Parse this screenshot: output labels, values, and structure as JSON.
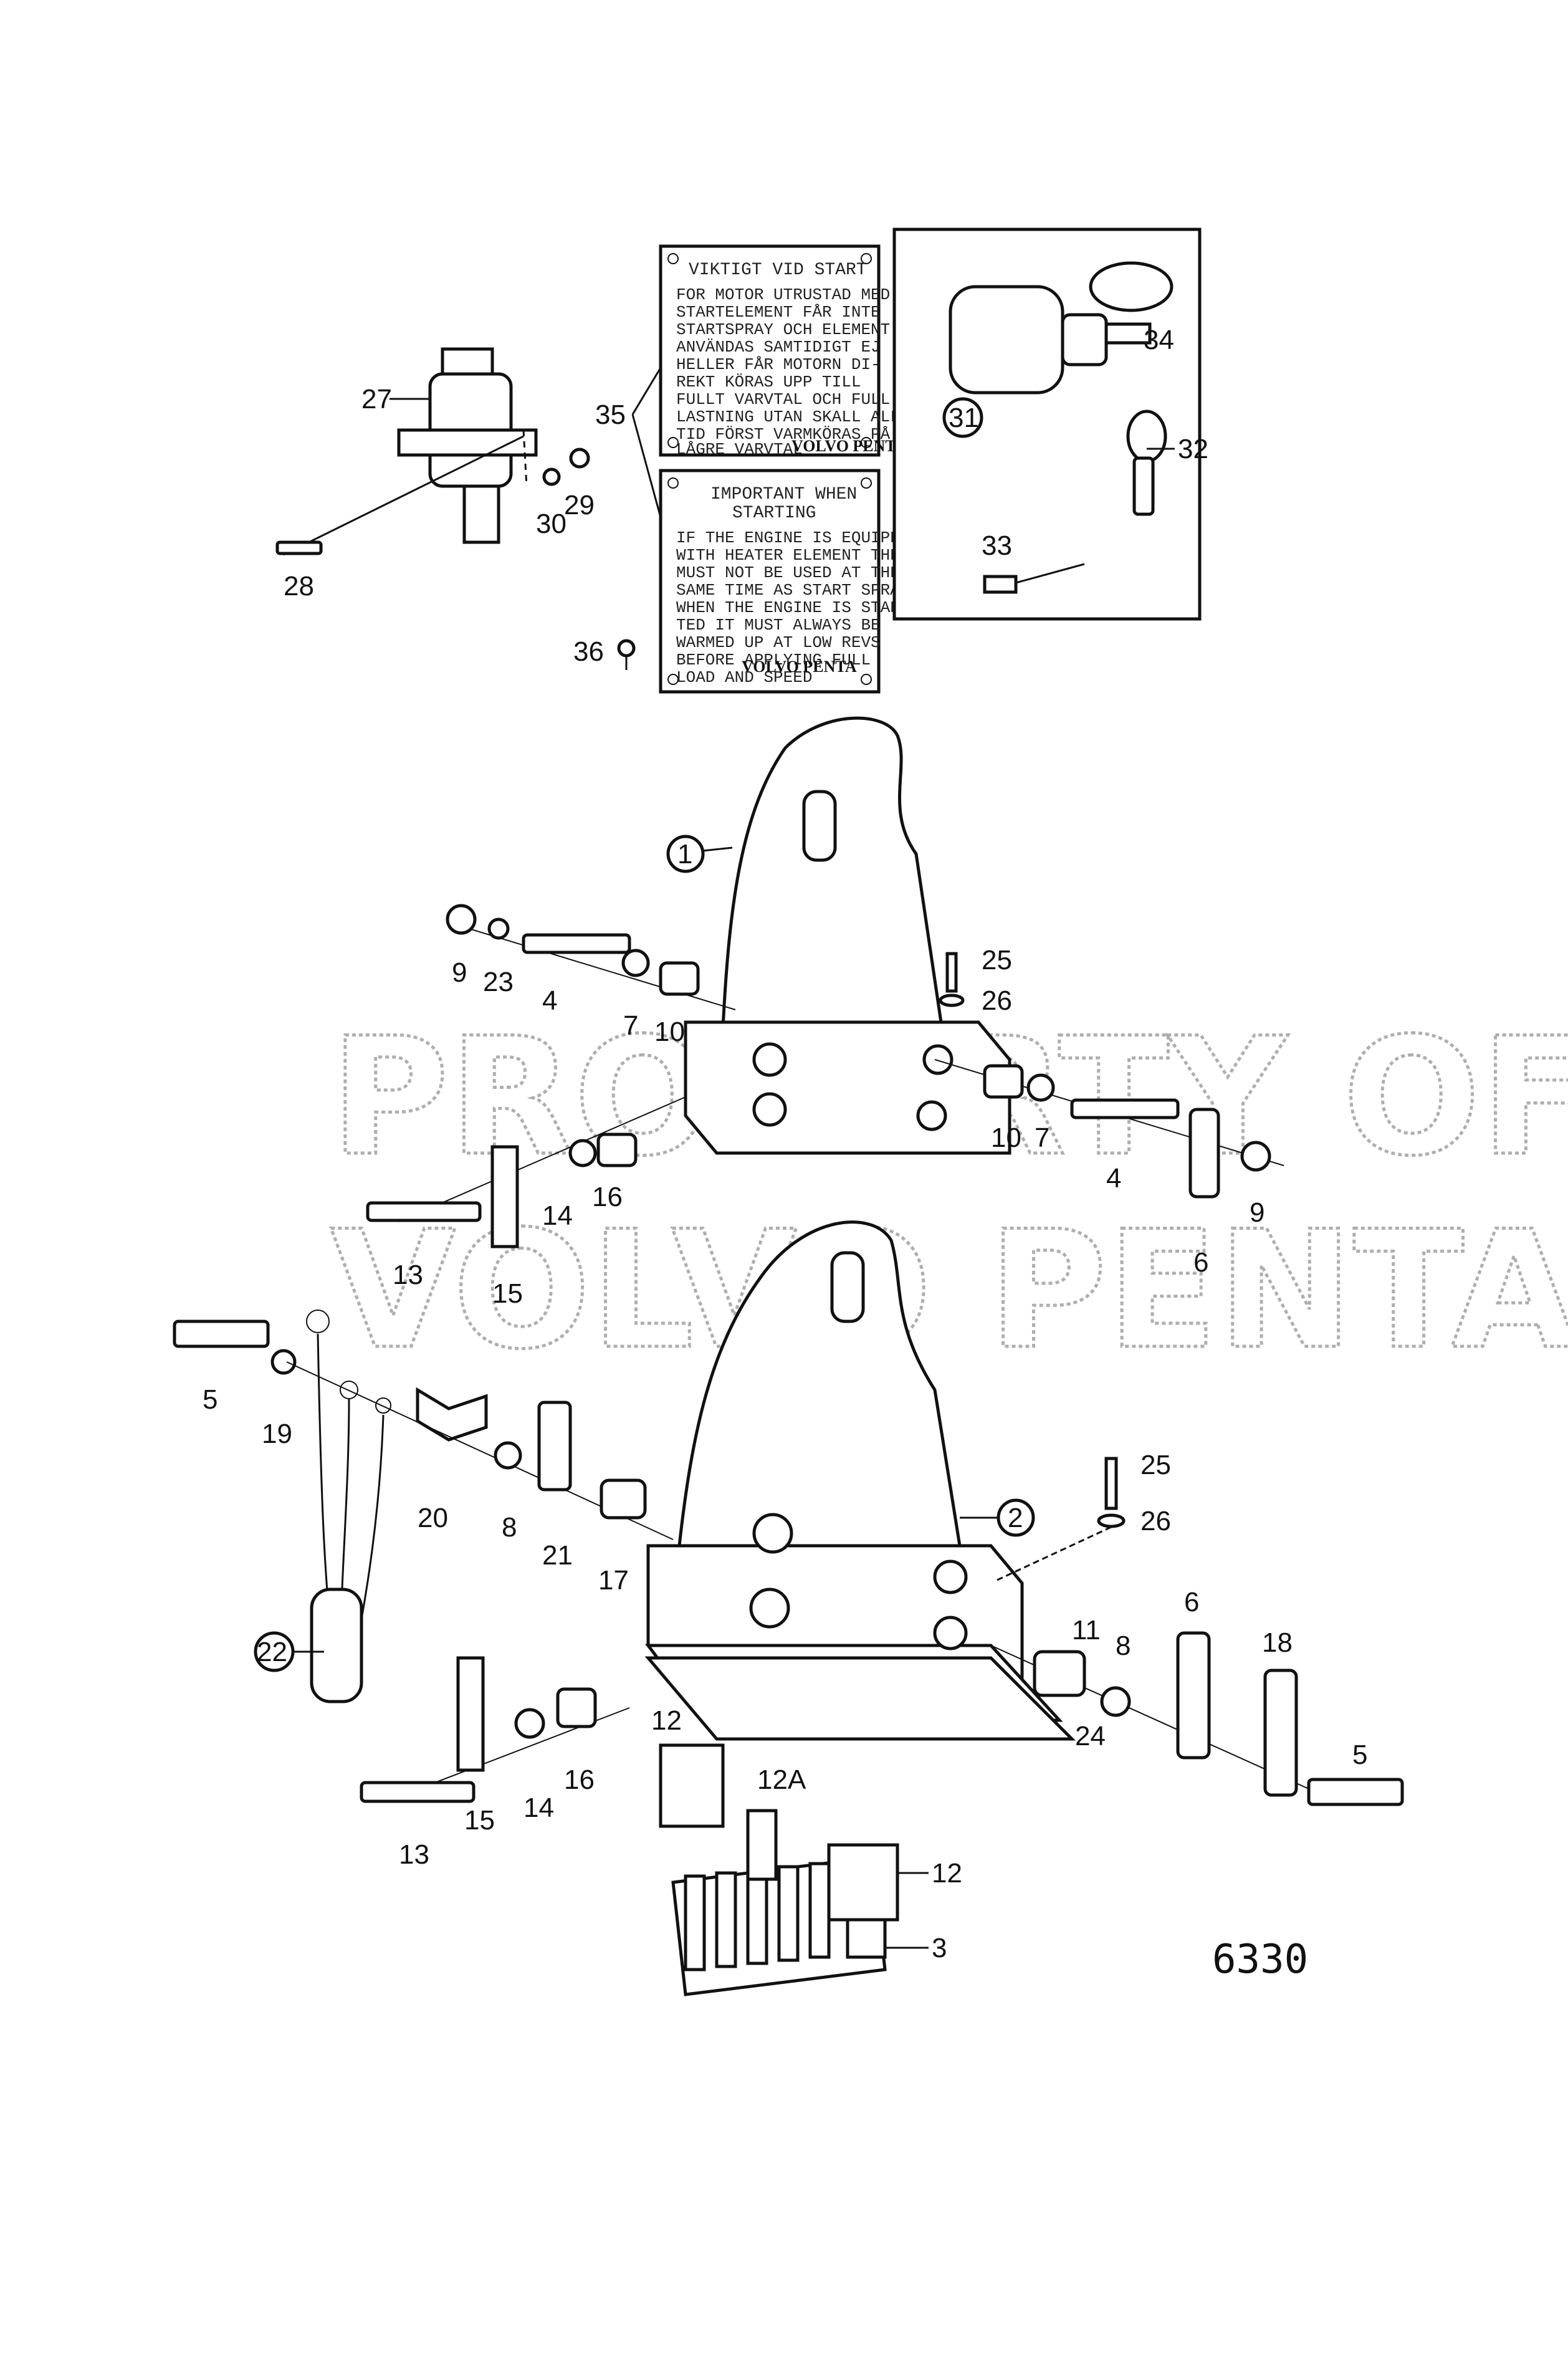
{
  "figure_number": "6330",
  "watermark": {
    "line1": "PROPERTY OF",
    "line2": "VOLVO PENTA"
  },
  "sign_swedish": {
    "title": "VIKTIGT VID START",
    "lines": [
      "FOR MOTOR UTRUSTAD MED",
      "STARTELEMENT FÅR INTE",
      "STARTSPRAY OCH ELEMENT",
      "ANVÄNDAS SAMTIDIGT EJ",
      "HELLER FÅR MOTORN DI-",
      "REKT KÖRAS UPP TILL",
      "FULLT VARVTAL OCH FULL BE-",
      "LASTNING UTAN SKALL ALL-",
      "TID FÖRST VARMKÖRAS PÅ",
      "LÅGRE VARVTAL"
    ],
    "brand": "VOLVO PENTA"
  },
  "sign_english": {
    "title_line1": "IMPORTANT WHEN",
    "title_line2": "STARTING",
    "lines": [
      "IF THE ENGINE IS EQUIPPED",
      "WITH HEATER ELEMENT THEY",
      "MUST NOT BE USED AT THE",
      "SAME TIME AS START SPRAY",
      "WHEN THE ENGINE IS STAR-",
      "TED IT MUST ALWAYS BE",
      "WARMED UP AT LOW REVS",
      "BEFORE APPLYING FULL",
      "LOAD AND SPEED"
    ],
    "brand": "VOLVO PENTA"
  },
  "labels": {
    "p1": "1",
    "p2": "2",
    "p3": "3",
    "p4a": "4",
    "p4b": "4",
    "p5a": "5",
    "p5b": "5",
    "p6a": "6",
    "p6b": "6",
    "p7a": "7",
    "p7b": "7",
    "p8a": "8",
    "p8b": "8",
    "p9a": "9",
    "p9b": "9",
    "p10a": "10",
    "p10b": "10",
    "p11": "11",
    "p12a": "12",
    "p12b": "12",
    "p12A": "12A",
    "p13a": "13",
    "p13b": "13",
    "p14a": "14",
    "p14b": "14",
    "p15a": "15",
    "p15b": "15",
    "p16a": "16",
    "p16b": "16",
    "p17": "17",
    "p18": "18",
    "p19": "19",
    "p20": "20",
    "p21": "21",
    "p22": "22",
    "p23": "23",
    "p24": "24",
    "p25a": "25",
    "p25b": "25",
    "p26a": "26",
    "p26b": "26",
    "p27": "27",
    "p28": "28",
    "p29": "29",
    "p30": "30",
    "p31": "31",
    "p32": "32",
    "p33": "33",
    "p34": "34",
    "p35": "35",
    "p36": "36"
  }
}
